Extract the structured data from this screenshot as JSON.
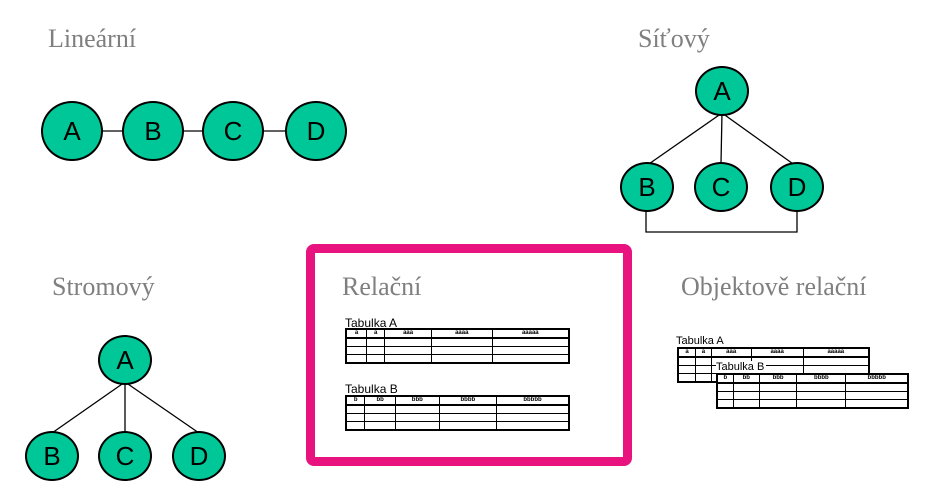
{
  "linear": {
    "title": "Lineární",
    "nodes": [
      "A",
      "B",
      "C",
      "D"
    ]
  },
  "network": {
    "title": "Síťový",
    "root": "A",
    "children": [
      "B",
      "C",
      "D"
    ]
  },
  "tree": {
    "title": "Stromový",
    "root": "A",
    "children": [
      "B",
      "C",
      "D"
    ]
  },
  "relational": {
    "title": "Relační",
    "table_a": {
      "label": "Tabulka A",
      "headers": [
        "a",
        "a",
        "aaa",
        "aaaa",
        "aaaaa"
      ]
    },
    "table_b": {
      "label": "Tabulka B",
      "headers": [
        "b",
        "bb",
        "bbb",
        "bbbb",
        "bbbbb"
      ]
    }
  },
  "object_relational": {
    "title": "Objektově relační",
    "table_a": {
      "label": "Tabulka A",
      "headers": [
        "a",
        "a",
        "aaa",
        "aaaa",
        "aaaaa"
      ]
    },
    "table_b": {
      "label": "Tabulka B",
      "headers": [
        "b",
        "bb",
        "bbb",
        "bbbb",
        "bbbbb"
      ]
    }
  },
  "colors": {
    "node_fill": "#00c797",
    "highlight_frame": "#e8137f",
    "title_text": "#7f7f7f"
  }
}
